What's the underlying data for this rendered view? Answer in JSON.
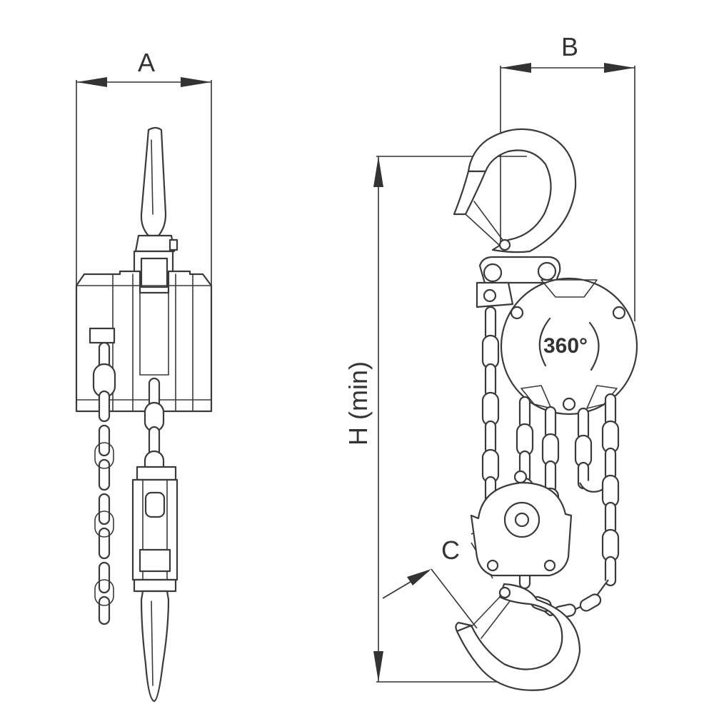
{
  "labels": {
    "dim_a": "A",
    "dim_b": "B",
    "dim_c": "C",
    "dim_h": "H (min)",
    "badge": "360°"
  }
}
